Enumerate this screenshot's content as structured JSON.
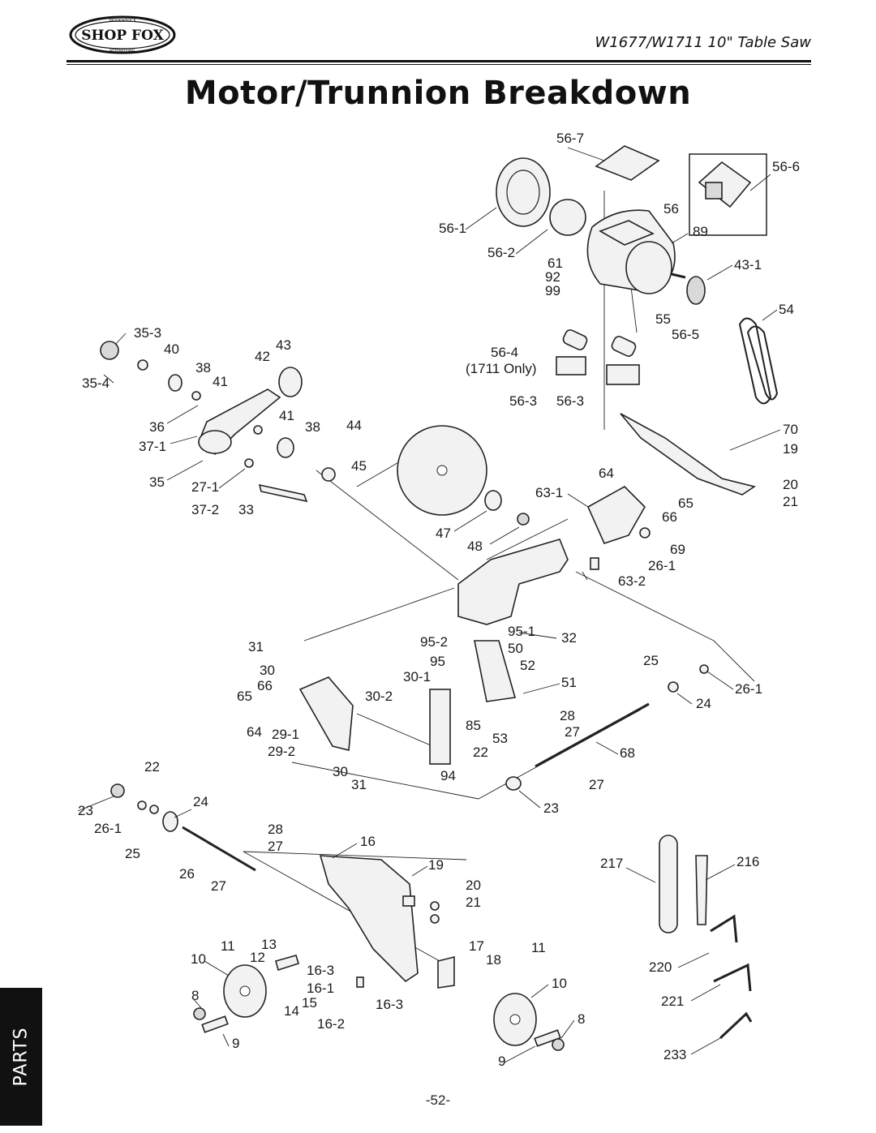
{
  "header": {
    "brand": "SHOP FOX",
    "brand_ring_top": "WOODSTOCK",
    "brand_ring_bottom": "INTERNATIONAL",
    "model": "W1677/W1711 10\" Table Saw"
  },
  "title": "Motor/Trunnion Breakdown",
  "callouts": [
    "56-7",
    "56-6",
    "56",
    "89",
    "56-1",
    "56-2",
    "61",
    "92",
    "99",
    "43-1",
    "54",
    "55",
    "56-5",
    "56-4",
    "(1711 Only)",
    "56-3",
    "56-3",
    "35-3",
    "40",
    "43",
    "42",
    "38",
    "35-4",
    "41",
    "41",
    "38",
    "44",
    "36",
    "37-1",
    "45",
    "35",
    "27-1",
    "37-2",
    "33",
    "64",
    "63-1",
    "65",
    "66",
    "47",
    "48",
    "69",
    "26-1",
    "63-2",
    "70",
    "19",
    "20",
    "21",
    "31",
    "95-2",
    "95-1",
    "32",
    "95",
    "50",
    "30",
    "52",
    "66",
    "30-1",
    "51",
    "65",
    "30-2",
    "25",
    "26-1",
    "24",
    "85",
    "28",
    "64",
    "29-1",
    "53",
    "27",
    "29-2",
    "22",
    "68",
    "22",
    "30",
    "31",
    "94",
    "27",
    "23",
    "23",
    "24",
    "26-1",
    "28",
    "27",
    "25",
    "26",
    "27",
    "16",
    "19",
    "20",
    "21",
    "217",
    "216",
    "11",
    "13",
    "10",
    "12",
    "16-3",
    "17",
    "11",
    "18",
    "8",
    "16-1",
    "15",
    "14",
    "16-3",
    "16-2",
    "10",
    "8",
    "9",
    "9",
    "220",
    "221",
    "233"
  ],
  "page_number": "-52-",
  "side_tab": "PARTS"
}
